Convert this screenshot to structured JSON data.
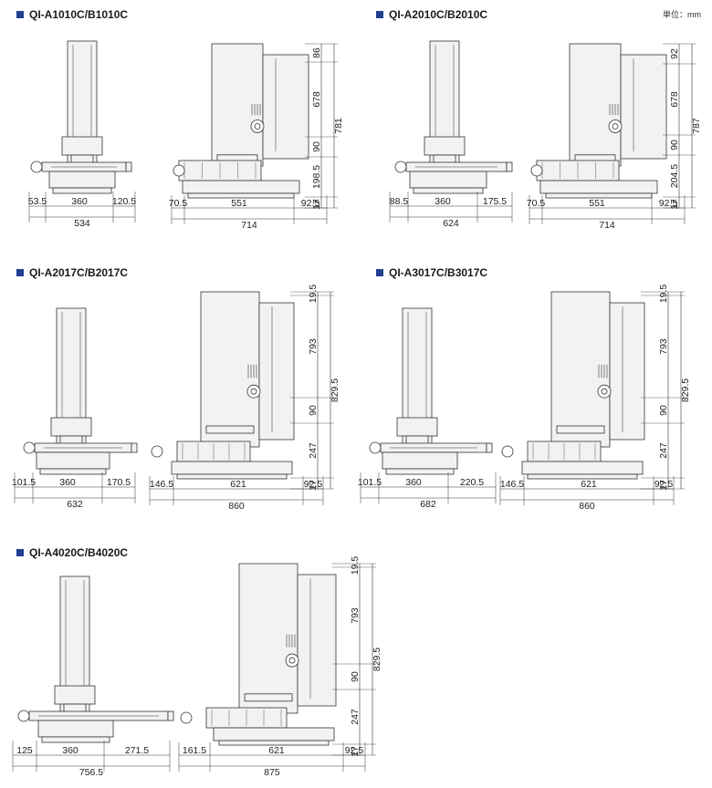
{
  "unit_label": "単位：mm",
  "colors": {
    "title_marker": "#1f3f8f",
    "line": "#333333",
    "body_fill": "#f2f2f2"
  },
  "models": [
    {
      "title": "QI-A1010C/B1010C",
      "front": {
        "left": "53.5",
        "center": "360",
        "right": "120.5",
        "total": "534"
      },
      "side": {
        "left": "70.5",
        "center": "551",
        "right": "92.5",
        "total": "714",
        "top": "86",
        "v1": "678",
        "v2": "781",
        "v3": "90",
        "v4": "198.5",
        "bottom": "17"
      }
    },
    {
      "title": "QI-A2010C/B2010C",
      "front": {
        "left": "88.5",
        "center": "360",
        "right": "175.5",
        "total": "624"
      },
      "side": {
        "left": "70.5",
        "center": "551",
        "right": "92.5",
        "total": "714",
        "top": "92",
        "v1": "678",
        "v2": "787",
        "v3": "90",
        "v4": "204.5",
        "bottom": "17"
      }
    },
    {
      "title": "QI-A2017C/B2017C",
      "front": {
        "left": "101.5",
        "center": "360",
        "right": "170.5",
        "total": "632"
      },
      "side": {
        "left": "146.5",
        "center": "621",
        "right": "92.5",
        "total": "860",
        "top": "19.5",
        "v1": "793",
        "v2": "829.5",
        "v3": "90",
        "v4": "247",
        "bottom": "17"
      }
    },
    {
      "title": "QI-A3017C/B3017C",
      "front": {
        "left": "101.5",
        "center": "360",
        "right": "220.5",
        "total": "682"
      },
      "side": {
        "left": "146.5",
        "center": "621",
        "right": "92.5",
        "total": "860",
        "top": "19.5",
        "v1": "793",
        "v2": "829.5",
        "v3": "90",
        "v4": "247",
        "bottom": "17"
      }
    },
    {
      "title": "QI-A4020C/B4020C",
      "front": {
        "left": "125",
        "center": "360",
        "right": "271.5",
        "total": "756.5"
      },
      "side": {
        "left": "161.5",
        "center": "621",
        "right": "92.5",
        "total": "875",
        "top": "19.5",
        "v1": "793",
        "v2": "829.5",
        "v3": "90",
        "v4": "247",
        "bottom": "17"
      }
    }
  ]
}
